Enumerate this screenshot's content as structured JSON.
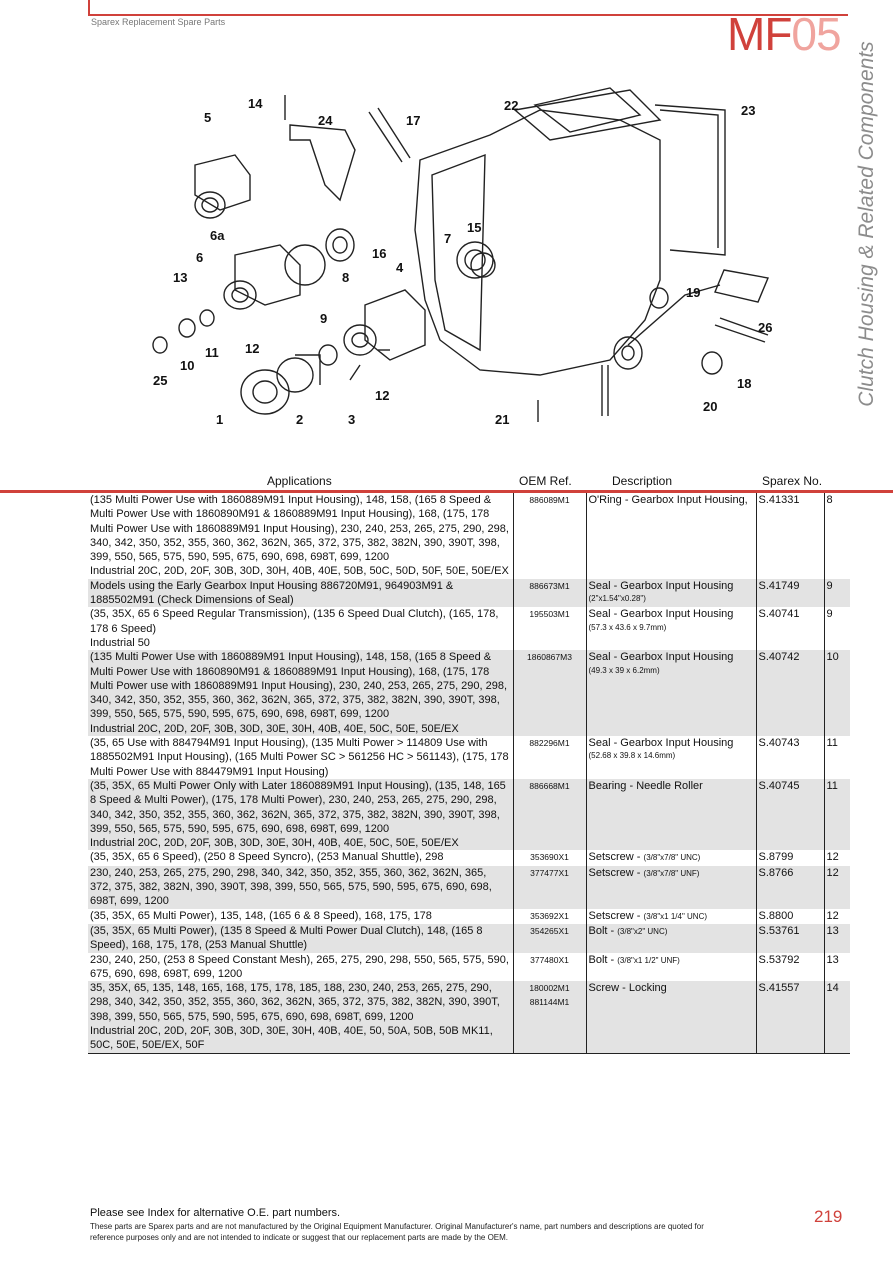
{
  "header": {
    "brand": "Sparex Replacement Spare Parts",
    "code_main": "MF",
    "code_light": "05",
    "section_title": "Clutch Housing & Related Components"
  },
  "diagram": {
    "callouts": [
      "14",
      "24",
      "17",
      "22",
      "23",
      "5",
      "6a",
      "6",
      "13",
      "16",
      "8",
      "7",
      "15",
      "4",
      "19",
      "26",
      "9",
      "11",
      "12",
      "10",
      "25",
      "12",
      "18",
      "20",
      "1",
      "2",
      "3",
      "21"
    ]
  },
  "table": {
    "headers": {
      "applications": "Applications",
      "oem": "OEM Ref.",
      "description": "Description",
      "sparex": "Sparex No."
    },
    "rows": [
      {
        "app": "(135 Multi Power Use with 1860889M91 Input Housing), 148, 158, (165 8 Speed & Multi Power Use with 1860890M91 & 1860889M91 Input Housing), 168, (175, 178 Multi Power Use with 1860889M91 Input Housing), 230, 240, 253, 265, 275, 290, 298, 340, 342, 350, 352, 355, 360, 362, 362N, 365, 372, 375, 382, 382N, 390, 390T, 398, 399, 550, 565, 575, 590, 595, 675, 690, 698, 698T, 699, 1200\nIndustrial 20C, 20D, 20F, 30B, 30D, 30H, 40B, 40E, 50B, 50C, 50D, 50F, 50E, 50E/EX",
        "oem": "886089M1",
        "desc": "O'Ring - Gearbox Input Housing,",
        "sub": "",
        "sparex": "S.41331",
        "ref": "8",
        "shade": false
      },
      {
        "app": "Models using the Early Gearbox Input Housing 886720M91, 964903M91 & 1885502M91 (Check Dimensions of Seal)",
        "oem": "886673M1",
        "desc": "Seal - Gearbox Input Housing",
        "sub": "(2\"x1.54\"x0.28\")",
        "sparex": "S.41749",
        "ref": "9",
        "shade": true
      },
      {
        "app": "(35, 35X, 65 6 Speed Regular Transmission), (135 6 Speed Dual Clutch), (165, 178, 178 6 Speed)\nIndustrial 50",
        "oem": "195503M1",
        "desc": "Seal - Gearbox Input Housing",
        "sub": "(57.3 x 43.6 x 9.7mm)",
        "sparex": "S.40741",
        "ref": "9",
        "shade": false
      },
      {
        "app": "(135 Multi Power Use with 1860889M91 Input Housing), 148, 158, (165 8 Speed & Multi Power Use with 1860890M91 & 1860889M91 Input Housing), 168, (175, 178 Multi Power use with 1860889M91 Input Housing), 230, 240, 253, 265, 275, 290, 298, 340, 342, 350, 352, 355, 360, 362, 362N, 365, 372, 375, 382, 382N, 390, 390T, 398, 399, 550, 565, 575, 590, 595, 675, 690, 698, 698T, 699, 1200\nIndustrial 20C, 20D, 20F, 30B, 30D, 30E, 30H, 40B, 40E, 50C, 50E, 50E/EX",
        "oem": "1860867M3",
        "desc": "Seal - Gearbox Input Housing",
        "sub": "(49.3 x 39 x 6.2mm)",
        "sparex": "S.40742",
        "ref": "10",
        "shade": true
      },
      {
        "app": "(35, 65 Use with 884794M91 Input Housing), (135 Multi Power > 114809 Use with 1885502M91 Input Housing), (165 Multi Power SC > 561256 HC > 561143), (175, 178 Multi Power Use with 884479M91 Input Housing)\n ",
        "oem": "882296M1",
        "desc": "Seal - Gearbox Input Housing",
        "sub": "(52.68 x 39.8 x 14.6mm)",
        "sparex": "S.40743",
        "ref": "11",
        "shade": false
      },
      {
        "app": "(35, 35X, 65 Multi Power Only with Later 1860889M91 Input Housing), (135, 148, 165 8 Speed & Multi Power), (175, 178 Multi Power), 230, 240, 253, 265, 275, 290, 298, 340, 342, 350, 352, 355, 360, 362, 362N, 365, 372, 375, 382, 382N, 390, 390T, 398, 399, 550, 565, 575, 590, 595, 675, 690, 698, 698T, 699, 1200\nIndustrial 20C, 20D, 20F, 30B, 30D, 30E, 30H, 40B, 40E, 50C, 50E, 50E/EX",
        "oem": "886668M1",
        "desc": "Bearing - Needle Roller",
        "sub": "",
        "sparex": "S.40745",
        "ref": "11",
        "shade": true
      },
      {
        "app": "(35, 35X, 65 6 Speed), (250 8 Speed Syncro), (253 Manual Shuttle), 298",
        "oem": "353690X1",
        "desc": "Setscrew -",
        "inl": "(3/8\"x7/8\" UNC)",
        "sparex": "S.8799",
        "ref": "12",
        "shade": false
      },
      {
        "app": "230, 240, 253, 265, 275, 290, 298, 340, 342, 350, 352, 355, 360, 362, 362N, 365, 372, 375, 382, 382N, 390, 390T, 398, 399, 550, 565, 575, 590, 595, 675, 690, 698, 698T, 699, 1200",
        "oem": "377477X1",
        "desc": "Setscrew -",
        "inl": "(3/8\"x7/8\" UNF)",
        "sparex": "S.8766",
        "ref": "12",
        "shade": true
      },
      {
        "app": "(35, 35X, 65 Multi Power), 135, 148, (165 6 & 8 Speed), 168, 175, 178\n ",
        "oem": "353692X1",
        "desc": "Setscrew -",
        "inl": "(3/8\"x1 1/4\" UNC)",
        "sparex": "S.8800",
        "ref": "12",
        "shade": false
      },
      {
        "app": "(35, 35X, 65 Multi Power), (135 8 Speed & Multi Power Dual Clutch), 148, (165 8 Speed), 168, 175, 178, (253 Manual Shuttle)",
        "oem": "354265X1",
        "desc": "Bolt -",
        "inl": "(3/8\"x2\" UNC)",
        "sparex": "S.53761",
        "ref": "13",
        "shade": true
      },
      {
        "app": "230, 240, 250, (253 8 Speed Constant Mesh), 265, 275, 290, 298, 550, 565, 575, 590, 675, 690, 698, 698T, 699, 1200",
        "oem": "377480X1",
        "desc": "Bolt -",
        "inl": "(3/8\"x1 1/2\" UNF)",
        "sparex": "S.53792",
        "ref": "13",
        "shade": false
      },
      {
        "app": "35, 35X, 65, 135, 148, 165, 168, 175, 178, 185, 188, 230, 240, 253, 265, 275, 290, 298, 340, 342, 350, 352, 355, 360, 362, 362N, 365, 372, 375, 382, 382N, 390, 390T, 398, 399, 550, 565, 575, 590, 595, 675, 690, 698, 698T, 699, 1200\nIndustrial 20C, 20D, 20F, 30B, 30D, 30E, 30H, 40B, 40E, 50, 50A, 50B, 50B MK11, 50C, 50E, 50E/EX, 50F",
        "oem": "180002M1\n881144M1",
        "desc": "Screw - Locking",
        "sub": "",
        "sparex": "S.41557",
        "ref": "14",
        "shade": true
      }
    ]
  },
  "footer": {
    "note": "Please see Index for alternative O.E. part numbers.",
    "disclaimer": "These parts are Sparex parts and are not manufactured by the Original Equipment Manufacturer. Original Manufacturer's name, part numbers and descriptions are quoted for reference purposes only and are not intended to indicate or suggest that our replacement parts are made by the OEM.",
    "page": "219"
  }
}
